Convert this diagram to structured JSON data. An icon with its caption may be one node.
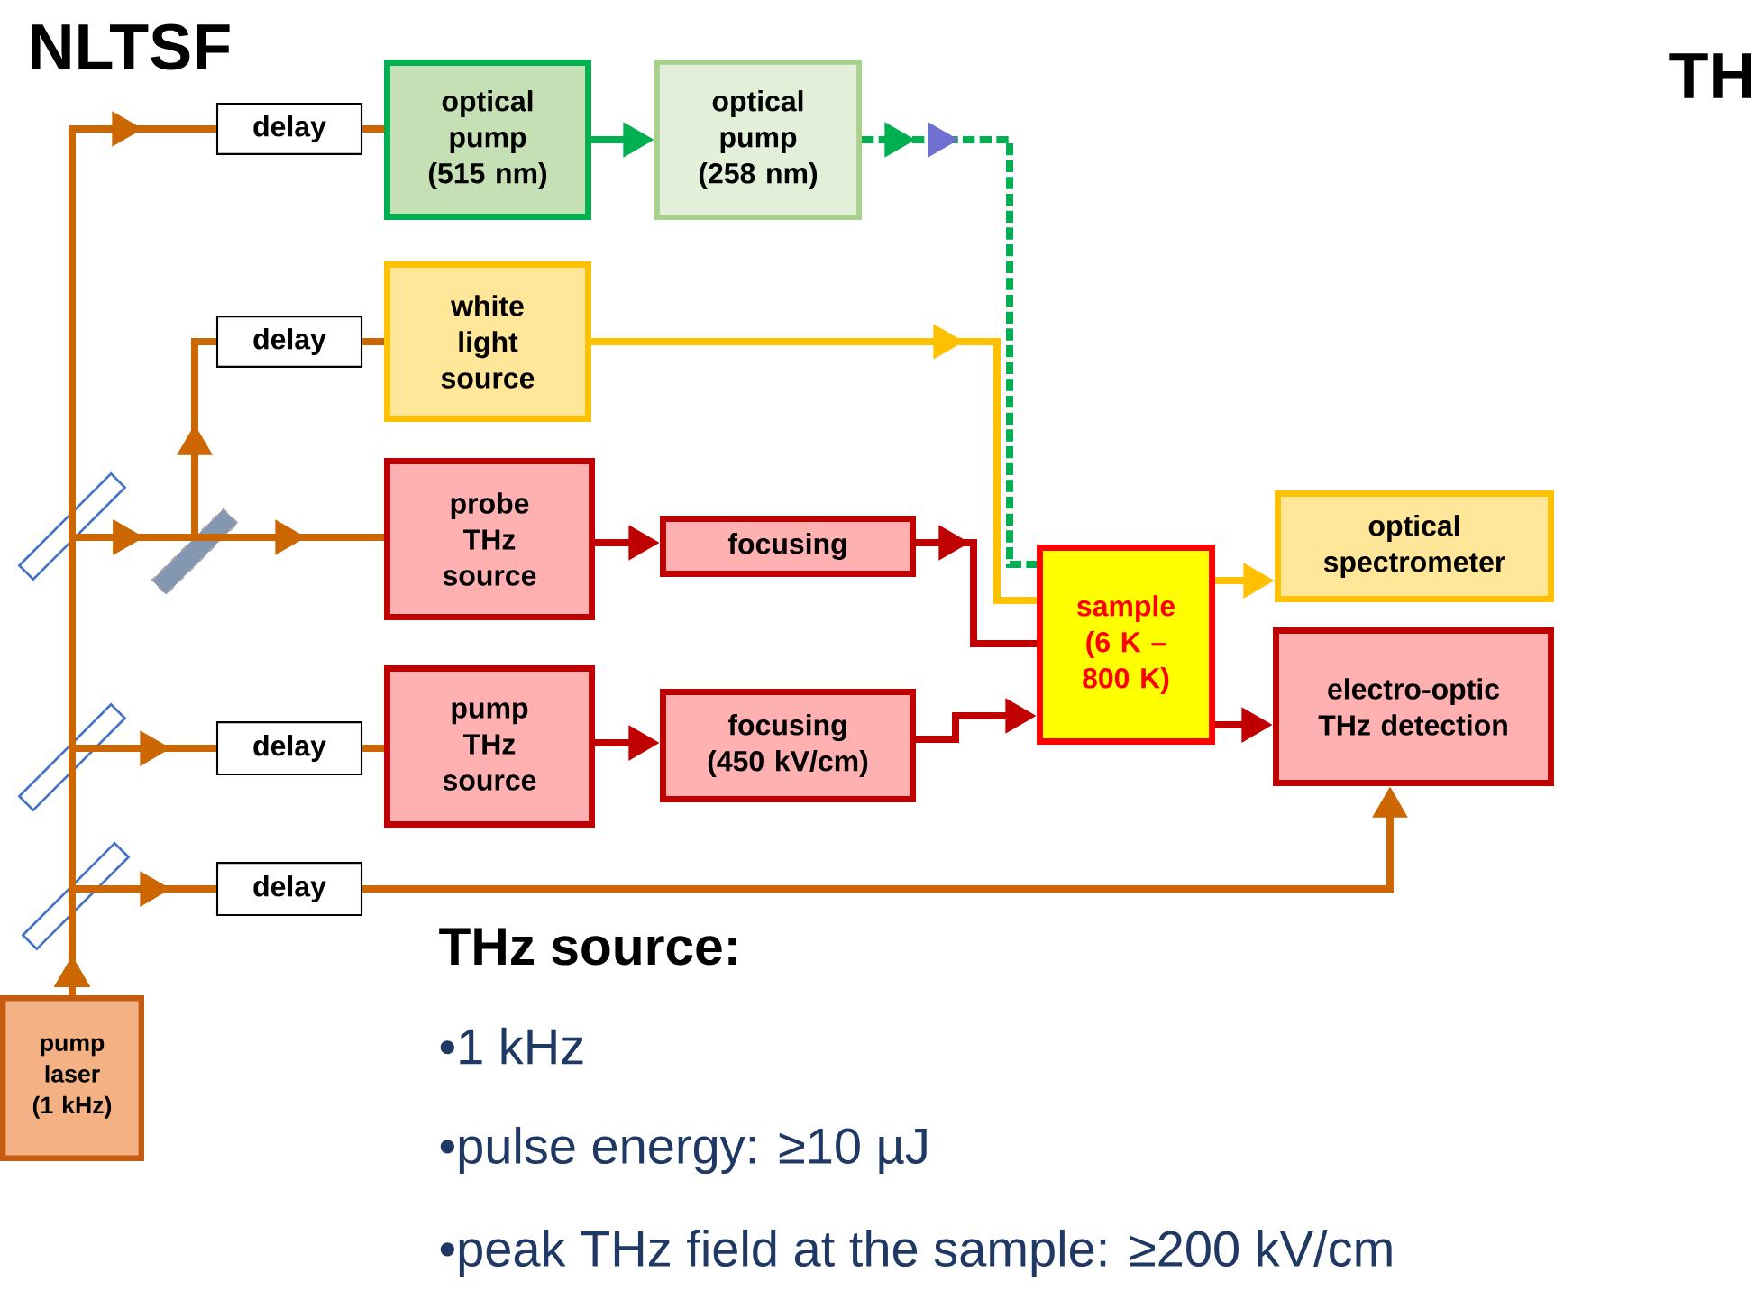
{
  "diagram": {
    "nodes": [
      {
        "text": [
          "delay"
        ]
      },
      {
        "text": [
          "optical pump (515 nm)"
        ]
      },
      {
        "text": [
          "optical pump (258 nm)"
        ]
      },
      {
        "text": [
          "delay"
        ]
      },
      {
        "text": [
          "white light source"
        ]
      },
      {
        "text": [
          "probe THz source"
        ]
      },
      {
        "text": [
          "focusing"
        ]
      },
      {
        "text": [
          "sample (6 K – 800 K)"
        ]
      },
      {
        "text": [
          "optical spectrometer"
        ]
      },
      {
        "text": [
          "electro-optic THz detection"
        ]
      },
      {
        "text": [
          "pump THz source"
        ]
      },
      {
        "text": [
          "delay"
        ]
      },
      {
        "text": [
          "focusing (450 kV/cm)"
        ]
      },
      {
        "text": [
          "delay"
        ]
      },
      {
        "text": [
          "pump laser (1 kHz)"
        ]
      }
    ],
    "edges": [
      {
        "from": 14,
        "to": 0,
        "arrow": "to"
      },
      {
        "from": 14,
        "to": 3,
        "arrow": "to"
      },
      {
        "from": 14,
        "to": 5,
        "arrow": "to"
      },
      {
        "from": 14,
        "to": 11,
        "arrow": "to"
      },
      {
        "from": 14,
        "to": 13,
        "arrow": "to"
      },
      {
        "from": 0,
        "to": 1,
        "arrow": "none"
      },
      {
        "from": 1,
        "to": 2,
        "arrow": "to",
        "color": "#00b050"
      },
      {
        "from": 2,
        "to": 7,
        "arrow": "to",
        "style": "dashed",
        "color": "#00b050"
      },
      {
        "from": 3,
        "to": 4,
        "arrow": "none"
      },
      {
        "from": 4,
        "to": 7,
        "arrow": "to",
        "color": "#ffc000"
      },
      {
        "from": 5,
        "to": 6,
        "arrow": "to",
        "color": "#c00000"
      },
      {
        "from": 6,
        "to": 7,
        "arrow": "to",
        "color": "#c00000"
      },
      {
        "from": 11,
        "to": 10,
        "arrow": "none"
      },
      {
        "from": 10,
        "to": 12,
        "arrow": "to",
        "color": "#c00000"
      },
      {
        "from": 12,
        "to": 7,
        "arrow": "to",
        "color": "#c00000"
      },
      {
        "from": 7,
        "to": 8,
        "arrow": "to",
        "color": "#ffc000"
      },
      {
        "from": 7,
        "to": 9,
        "arrow": "to",
        "color": "#c00000"
      },
      {
        "from": 13,
        "to": 9,
        "arrow": "to"
      }
    ],
    "labels": [
      "NLTSF",
      "TH",
      "THz source:",
      "•1 kHz",
      "•pulse energy: ≥10 µJ",
      "•peak THz field at the sample: ≥200 kV/cm"
    ]
  }
}
